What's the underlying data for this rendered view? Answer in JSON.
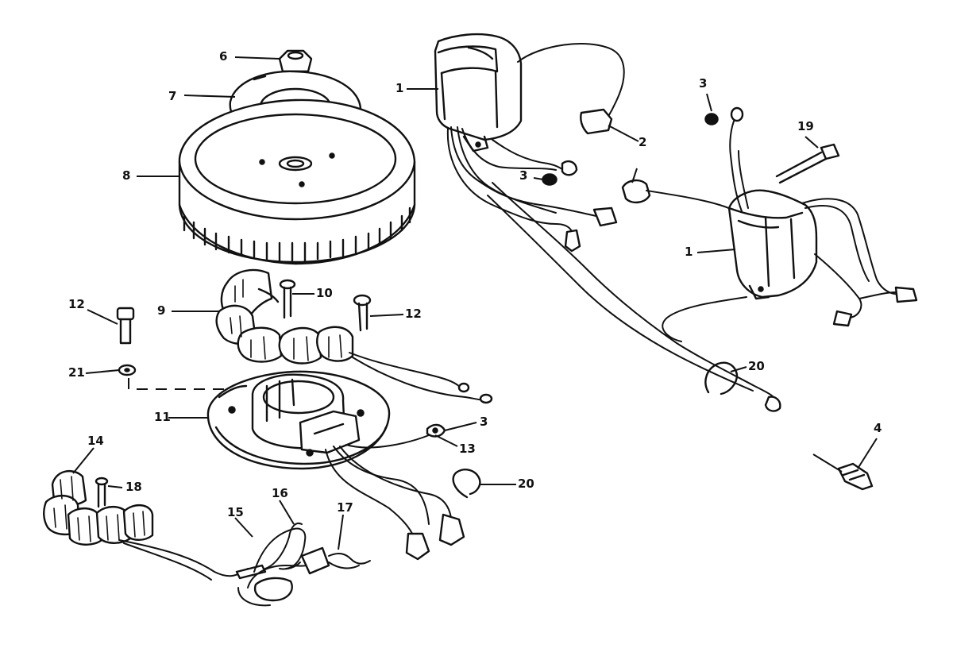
{
  "callouts": [
    {
      "id": "c6",
      "text": "6"
    },
    {
      "id": "c7",
      "text": "7"
    },
    {
      "id": "c8",
      "text": "8"
    },
    {
      "id": "c1a",
      "text": "1"
    },
    {
      "id": "c2",
      "text": "2"
    },
    {
      "id": "c3a",
      "text": "3"
    },
    {
      "id": "c3b",
      "text": "3"
    },
    {
      "id": "c19",
      "text": "19"
    },
    {
      "id": "c1b",
      "text": "1"
    },
    {
      "id": "c12a",
      "text": "12"
    },
    {
      "id": "c9",
      "text": "9"
    },
    {
      "id": "c10",
      "text": "10"
    },
    {
      "id": "c12b",
      "text": "12"
    },
    {
      "id": "c21",
      "text": "21"
    },
    {
      "id": "c20a",
      "text": "20"
    },
    {
      "id": "c11",
      "text": "11"
    },
    {
      "id": "c3c",
      "text": "3"
    },
    {
      "id": "c13",
      "text": "13"
    },
    {
      "id": "c4",
      "text": "4"
    },
    {
      "id": "c14",
      "text": "14"
    },
    {
      "id": "c18",
      "text": "18"
    },
    {
      "id": "c20b",
      "text": "20"
    },
    {
      "id": "c16",
      "text": "16"
    },
    {
      "id": "c15",
      "text": "15"
    },
    {
      "id": "c17",
      "text": "17"
    }
  ],
  "colors": {
    "ink": "#111111",
    "paper": "#ffffff"
  }
}
